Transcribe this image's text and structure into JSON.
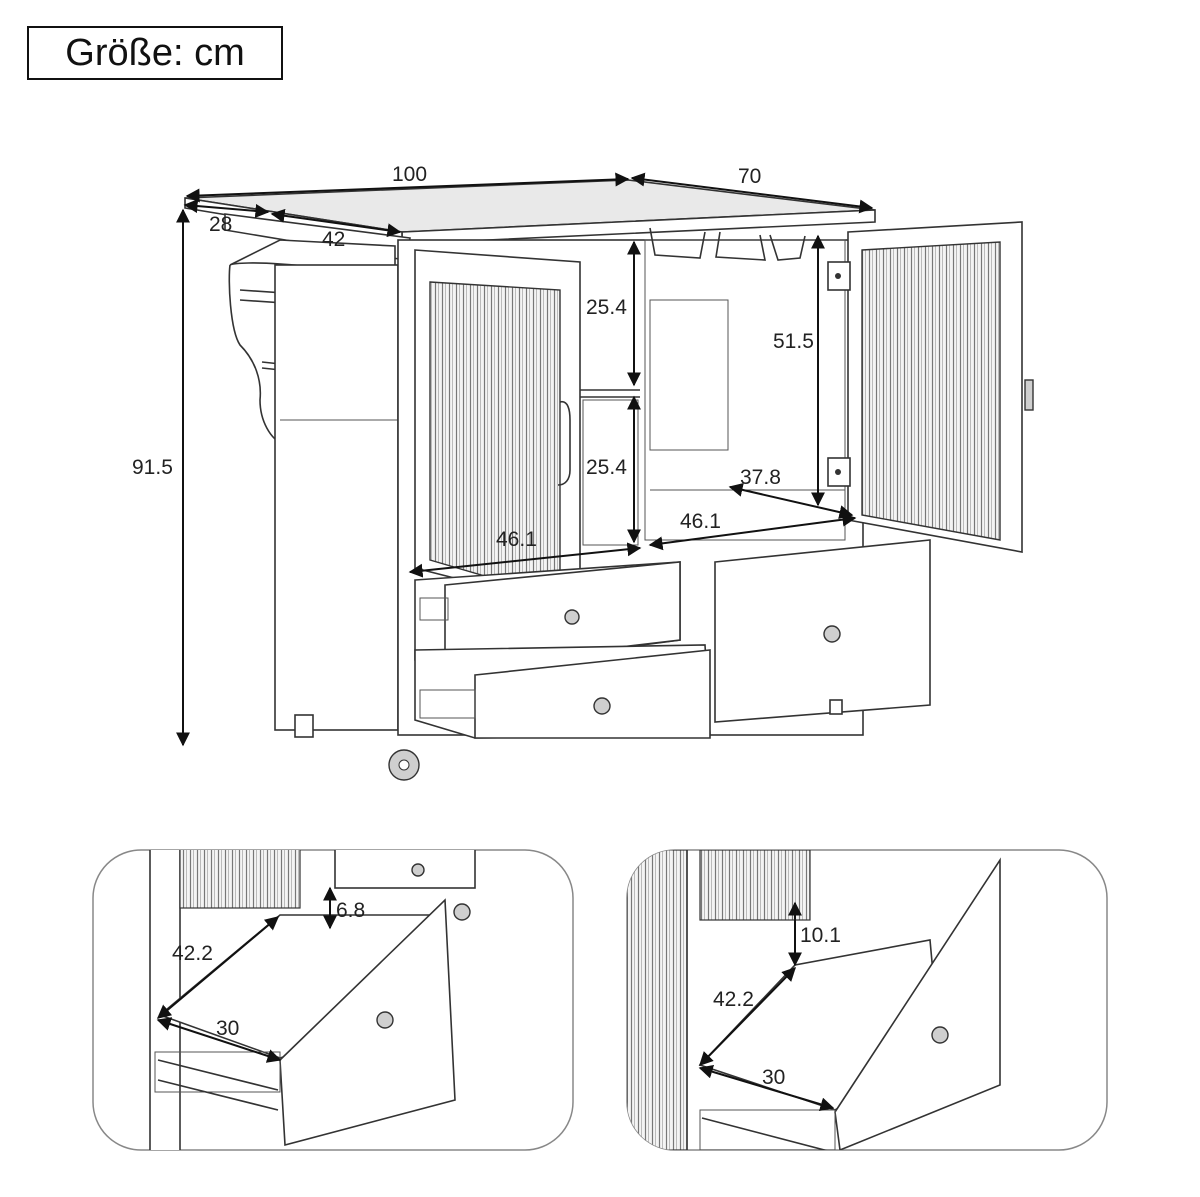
{
  "size_label": "Größe: cm",
  "main": {
    "width": "100",
    "depth": "70",
    "side_depth": "28",
    "side_width": "42",
    "height": "91.5",
    "shelf_upper": "25.4",
    "shelf_lower": "25.4",
    "cabinet_height": "51.5",
    "cabinet_depth": "37.8",
    "left_width": "46.1",
    "right_width": "46.1"
  },
  "detail_left": {
    "drawer_height": "6.8",
    "drawer_depth": "42.2",
    "drawer_width": "30"
  },
  "detail_right": {
    "drawer_height": "10.1",
    "drawer_depth": "42.2",
    "drawer_width": "30"
  }
}
